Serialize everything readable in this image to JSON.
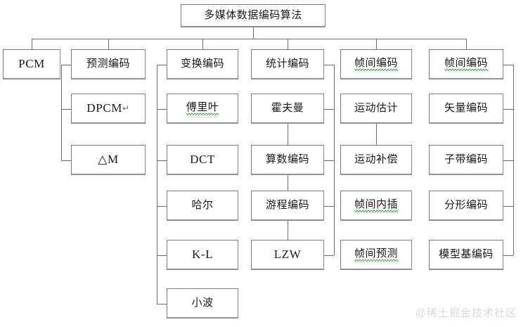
{
  "diagram": {
    "title": "多媒体数据编码算法",
    "root": {
      "label": "多媒体数据编码算法"
    },
    "columns": [
      {
        "id": "col-pcm",
        "head": "PCM",
        "spine": "none",
        "items": [
          {
            "label": "PCM",
            "script": "latin",
            "spell": false
          }
        ]
      },
      {
        "id": "col-predictive-coding",
        "head": "预测编码",
        "spine": "left",
        "items": [
          {
            "label": "预测编码",
            "script": "cjk",
            "spell": false
          },
          {
            "label": "DPCM",
            "script": "latin",
            "spell": false,
            "pilcrow": true
          },
          {
            "label": "△M",
            "script": "latin",
            "spell": false
          }
        ]
      },
      {
        "id": "col-transform-coding",
        "head": "变换编码",
        "spine": "left",
        "items": [
          {
            "label": "变换编码",
            "script": "cjk",
            "spell": false
          },
          {
            "label": "傅里叶",
            "script": "cjk",
            "spell": true
          },
          {
            "label": "DCT",
            "script": "latin",
            "spell": false
          },
          {
            "label": "哈尔",
            "script": "cjk",
            "spell": false
          },
          {
            "label": "K-L",
            "script": "latin",
            "spell": false
          },
          {
            "label": "小波",
            "script": "cjk",
            "spell": false
          }
        ]
      },
      {
        "id": "col-statistical-coding",
        "head": "统计编码",
        "spine": "right",
        "items": [
          {
            "label": "统计编码",
            "script": "cjk",
            "spell": false
          },
          {
            "label": "霍夫曼",
            "script": "cjk",
            "spell": false
          },
          {
            "label": "算数编码",
            "script": "cjk",
            "spell": false
          },
          {
            "label": "游程编码",
            "script": "cjk",
            "spell": false
          },
          {
            "label": "LZW",
            "script": "latin",
            "spell": false
          }
        ]
      },
      {
        "id": "col-interframe-coding-a",
        "head": "帧间编码",
        "spine": "none",
        "items": [
          {
            "label": "帧间编码",
            "script": "cjk",
            "spell": true
          },
          {
            "label": "运动估计",
            "script": "cjk",
            "spell": false
          },
          {
            "label": "运动补偿",
            "script": "cjk",
            "spell": false
          },
          {
            "label": "帧间内插",
            "script": "cjk",
            "spell": true
          },
          {
            "label": "帧间预测",
            "script": "cjk",
            "spell": true
          }
        ]
      },
      {
        "id": "col-interframe-coding-b",
        "head": "帧间编码",
        "spine": "right",
        "items": [
          {
            "label": "帧间编码",
            "script": "cjk",
            "spell": true
          },
          {
            "label": "矢量编码",
            "script": "cjk",
            "spell": false
          },
          {
            "label": "子带编码",
            "script": "cjk",
            "spell": false
          },
          {
            "label": "分形编码",
            "script": "cjk",
            "spell": false
          },
          {
            "label": "模型基编码",
            "script": "cjk",
            "spell": false
          }
        ]
      }
    ]
  },
  "watermark": {
    "text": "@稀土掘金技术社区"
  },
  "colors": {
    "box_border": "#7b7b7b",
    "box_shadow": "#8f8f8f",
    "connector": "#6e6e6e",
    "text": "#1a1a1a",
    "spellcheck": "#2f9e44",
    "watermark": "#d9d9d9",
    "background": "#ffffff"
  }
}
